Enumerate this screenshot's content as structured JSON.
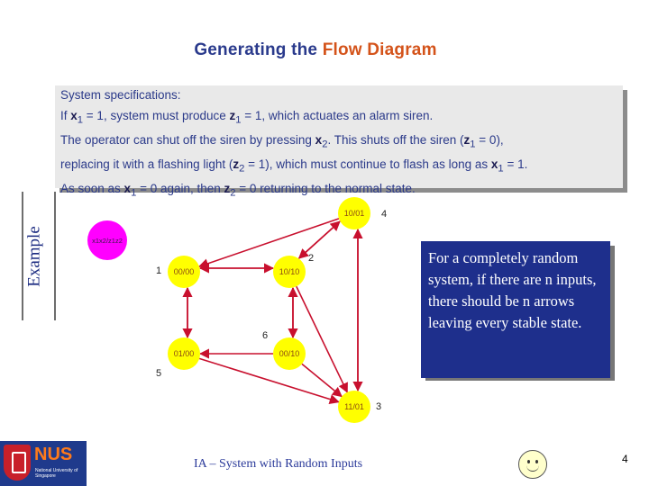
{
  "title": {
    "prefix": "Generating the",
    "highlight": "Flow Diagram"
  },
  "spec": {
    "line1": "System specifications:",
    "line2a": "If  ",
    "line2b": "x",
    "line2c": "1",
    "line2d": "  = 1, system must produce ",
    "line2e": "z",
    "line2f": "1",
    "line2g": " = 1, which actuates an alarm siren.",
    "line3a": "The operator can shut off the siren by pressing ",
    "line3b": "x",
    "line3c": "2",
    "line3d": ". This shuts off the siren (",
    "line3e": "z",
    "line3f": "1",
    "line3g": " = 0),",
    "line4a": "replacing it with a flashing light (",
    "line4b": "z",
    "line4c": "2",
    "line4d": " = 1), which must continue to flash as long as ",
    "line4e": "x",
    "line4f": "1",
    "line4g": " = 1.",
    "line5a": "As soon as  ",
    "line5b": "x",
    "line5c": "1",
    "line5d": "  = 0 again, then ",
    "line5e": "z",
    "line5f": "2",
    "line5g": " = 0 returning to the normal state."
  },
  "example_label": "Example",
  "diagram": {
    "legend": "x1x2/z1z2",
    "states": [
      {
        "id": "s1",
        "code": "00/00",
        "num": "1"
      },
      {
        "id": "s2",
        "code": "10/10",
        "num": "2"
      },
      {
        "id": "s3",
        "code": "11/01",
        "num": "3"
      },
      {
        "id": "s4",
        "code": "10/01",
        "num": "4"
      },
      {
        "id": "s5",
        "code": "01/00",
        "num": "5"
      },
      {
        "id": "s6",
        "code": "00/10",
        "num": "6"
      }
    ],
    "colors": {
      "node": "#ffff00",
      "node_text": "#8b4a12",
      "legend": "#ff00ff",
      "arrow": "#c8102e"
    }
  },
  "note": "For a completely random system, if there are n inputs, there should be n arrows leaving every stable state.",
  "logo": {
    "word": "NUS",
    "sub": "National University of Singapore"
  },
  "footer": "IA – System with Random Inputs",
  "page_number": "4"
}
